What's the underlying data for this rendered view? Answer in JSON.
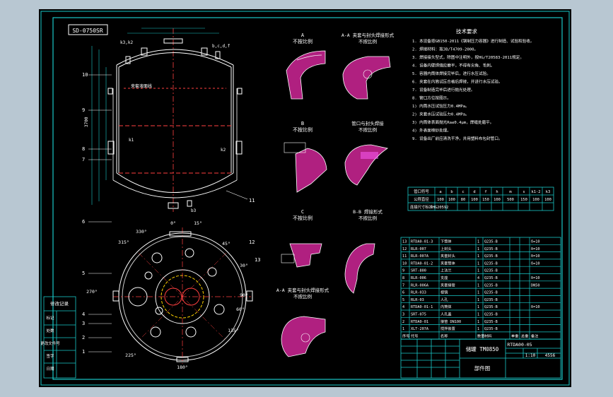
{
  "drawing": {
    "code_box": "SD-0750SR",
    "views": {
      "main_label_top": "A",
      "scale_note": "不按比例",
      "section_a_title": "A-A 夹套与封头焊接形式",
      "section_b_title": "B",
      "section_c_title": "C",
      "section_d_title": "D",
      "section_e_title": "E",
      "weld_title_2": "管口与封头焊接",
      "weld_title_3": "接管与封头焊接",
      "weld_title_4": "A-A 夹套与封头焊接形式",
      "weld_title_5": "B-B 焊接形式"
    },
    "tech_requirements": {
      "title": "技术要求",
      "lines": [
        "1. 本设备按GB150-2011《钢制压力容器》进行制造、试验和验收。",
        "2. 焊接材料：按JB/T4709-2000。",
        "3. 焊接接头型式，除图中注明外，按HG/T20583-2011规定。",
        "4. 设备内壁焊缝应磨平，不得有尖角、毛刺。",
        "5. 容器内筒体焊接完毕后，进行水压试验。",
        "6. 夹套在内筒试压合格后焊接，并进行水压试验。",
        "7. 设备制造完毕后进行抛光处理。",
        "8. 管口方位按图示。",
        "   1) 内筒水压试验压力0.4MPa。",
        "   2) 夹套水压试验压力0.4MPa。",
        "   3) 内筒体表面抛光Ra≤0.4μm，焊缝处磨平。",
        "   4) 外表面喷砂处理。",
        "9. 设备出厂前应清洗干净，并用塑料布包封管口。"
      ]
    },
    "nozzle_table": {
      "header": [
        "管口符号",
        "a",
        "b",
        "c",
        "d",
        "f",
        "h",
        "m",
        "s",
        "k1-2",
        "k3"
      ],
      "row1": [
        "公称直径",
        "100",
        "100",
        "80",
        "100",
        "150",
        "100",
        "500",
        "150",
        "100",
        "100"
      ],
      "row2": [
        "连接尺寸标准",
        "HG20592",
        "",
        "",
        "",
        "",
        "",
        "",
        "",
        "",
        ""
      ]
    },
    "parts_list": {
      "rows": [
        [
          "13",
          "RTDA0-01-3",
          "下筒体",
          "1",
          "Q235-B",
          "",
          "",
          "δ=10"
        ],
        [
          "12",
          "RLR-007",
          "上封头",
          "1",
          "Q235-B",
          "",
          "",
          "δ=10"
        ],
        [
          "11",
          "RLR-007A",
          "夹套封头",
          "1",
          "Q235-B",
          "",
          "",
          "δ=10"
        ],
        [
          "10",
          "RTDA0-01-2",
          "夹套筒体",
          "1",
          "Q235-B",
          "",
          "",
          "δ=10"
        ],
        [
          "9",
          "SRT-800",
          "上法兰",
          "1",
          "Q235-B",
          "",
          "",
          ""
        ],
        [
          "8",
          "RLR-006",
          "支座",
          "4",
          "Q235-B",
          "",
          "",
          "δ=10"
        ],
        [
          "7",
          "RLR-006A",
          "夹套接管",
          "1",
          "Q235-B",
          "",
          "",
          "DN50"
        ],
        [
          "6",
          "RLR-033",
          "视镜",
          "1",
          "Q235-B",
          "",
          "",
          ""
        ],
        [
          "5",
          "RLR-03",
          "人孔",
          "1",
          "Q235-B",
          "",
          "",
          ""
        ],
        [
          "4",
          "RTDA0-01-1",
          "内筒体",
          "1",
          "Q235-B",
          "",
          "",
          "δ=10"
        ],
        [
          "3",
          "SRT-075",
          "人孔盖",
          "1",
          "Q235-B",
          "",
          "",
          ""
        ],
        [
          "2",
          "RTDA0-01",
          "接管 DN100",
          "1",
          "Q235-B",
          "",
          "",
          ""
        ],
        [
          "1",
          "XLT-207A",
          "搅拌装置",
          "1",
          "Q235-B",
          "",
          "",
          ""
        ]
      ],
      "header": [
        "序号",
        "代号",
        "名称",
        "数量",
        "材料",
        "单重",
        "总重",
        "备注"
      ]
    },
    "title_block": {
      "product": "储罐 TM0850",
      "drawing_no": "RTDA00-05",
      "sheet_name": "部件图",
      "scale": "1:10",
      "weight": "4556"
    },
    "angles": [
      "330°",
      "0°",
      "15°",
      "45°",
      "90°",
      "135°",
      "180°",
      "225°",
      "270°",
      "315°",
      "30°",
      "60°"
    ],
    "left_labels": [
      "10",
      "9",
      "8",
      "7",
      "6",
      "5",
      "4",
      "3",
      "2",
      "1"
    ],
    "right_labels": [
      "11",
      "12",
      "13"
    ],
    "side_table": [
      "标记",
      "处数",
      "更改文件号",
      "签字",
      "日期"
    ],
    "side_table_title": "修改记录"
  }
}
